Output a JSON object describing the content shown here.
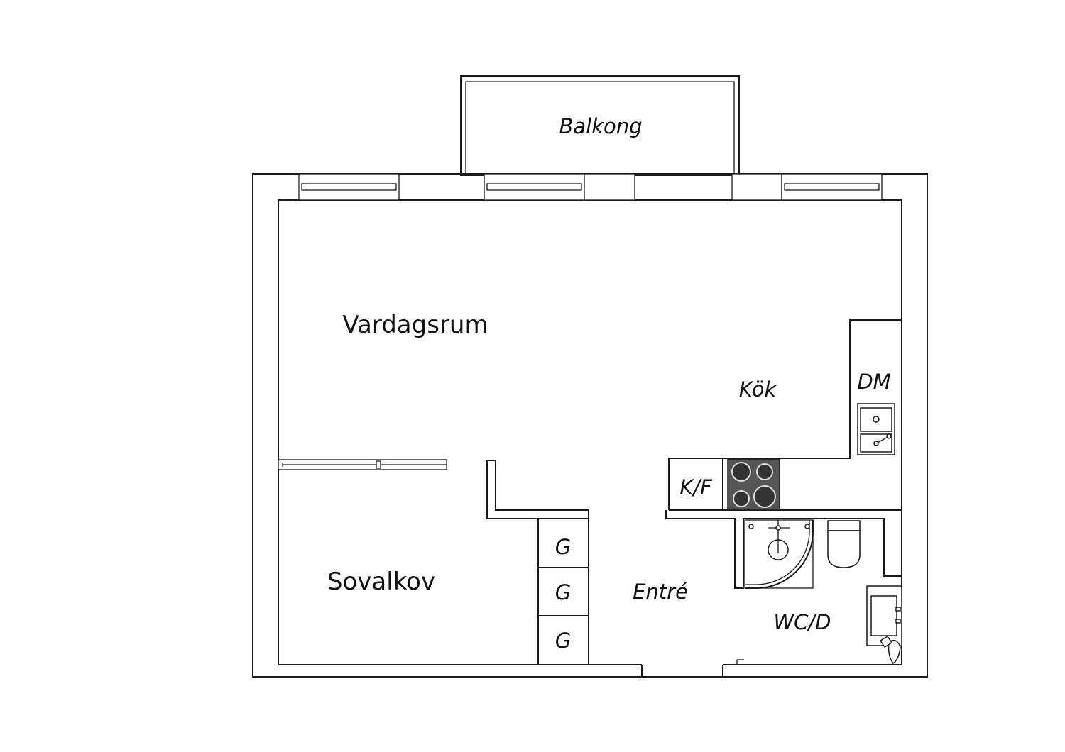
{
  "rooms": {
    "balcony": "Balkong",
    "living_room": "Vardagsrum",
    "kitchen": "Kök",
    "dishwasher": "DM",
    "fridge_freezer": "K/F",
    "sleeping_alcove": "Sovalkov",
    "hall": "Entré",
    "bathroom": "WC/D"
  },
  "wardrobes": [
    "G",
    "G",
    "G"
  ],
  "colors": {
    "line": "#1a1a1a",
    "background": "#ffffff",
    "stove": "#555555"
  },
  "icons": [
    "sink-icon",
    "stove-icon",
    "shower-icon",
    "toilet-icon",
    "washbasin-icon"
  ]
}
